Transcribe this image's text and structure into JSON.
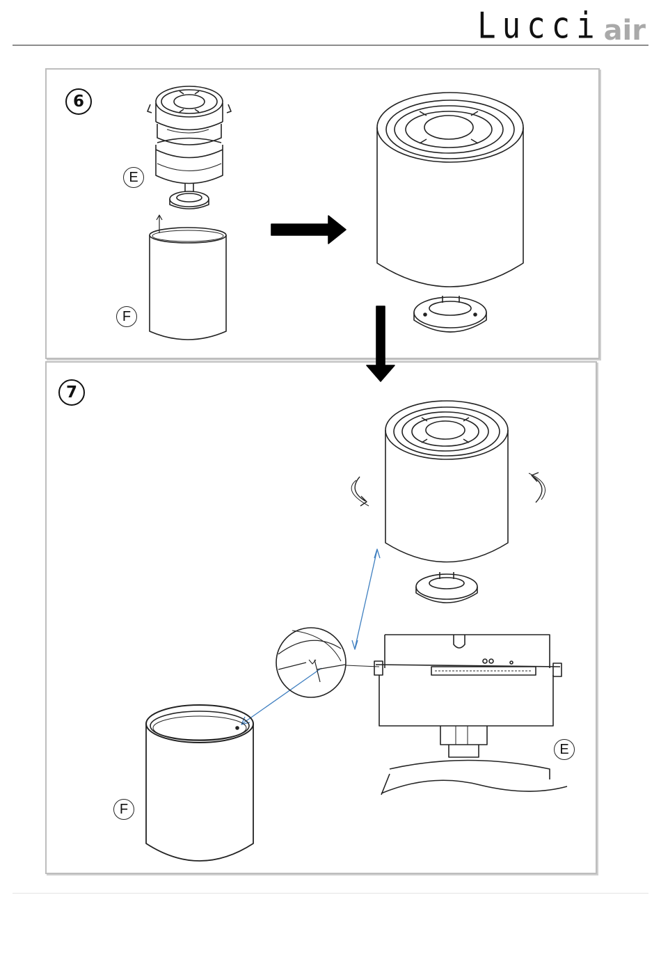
{
  "header": {
    "brand_main": "Lucci",
    "brand_accent": "air",
    "accent_color": "#a9a9a9"
  },
  "steps": [
    {
      "number": "6",
      "labels": {
        "motor": "E",
        "cover": "F"
      }
    },
    {
      "number": "7",
      "labels": {
        "motor": "E",
        "cover": "F"
      }
    }
  ],
  "colors": {
    "line": "#222222",
    "guide_arrow": "#3f7fc0",
    "panel_border": "#bdbdbd"
  }
}
